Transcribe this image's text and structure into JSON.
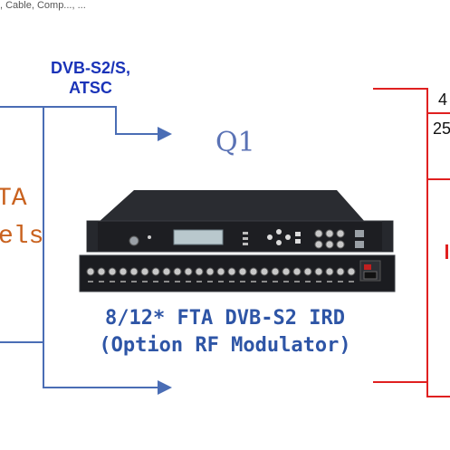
{
  "top_fragment": ", Cable, Comp..., ...",
  "input_label_line1": "DVB-S2/S,",
  "input_label_line2": "ATSC",
  "center_label": "Q1",
  "left_label_line1": "TA",
  "left_label_line2": "els",
  "right_label_line1": "4",
  "right_label_line2": "25",
  "caption_line1": "8/12* FTA DVB-S2 IRD",
  "caption_line2": "(Option RF Modulator)",
  "colors": {
    "blue_line": "#4a6db5",
    "red_line": "#e02020",
    "heading_blue": "#1a33b8",
    "caption_blue": "#2e55a6",
    "orange": "#c9621f",
    "device_body": "#1d1e22"
  }
}
